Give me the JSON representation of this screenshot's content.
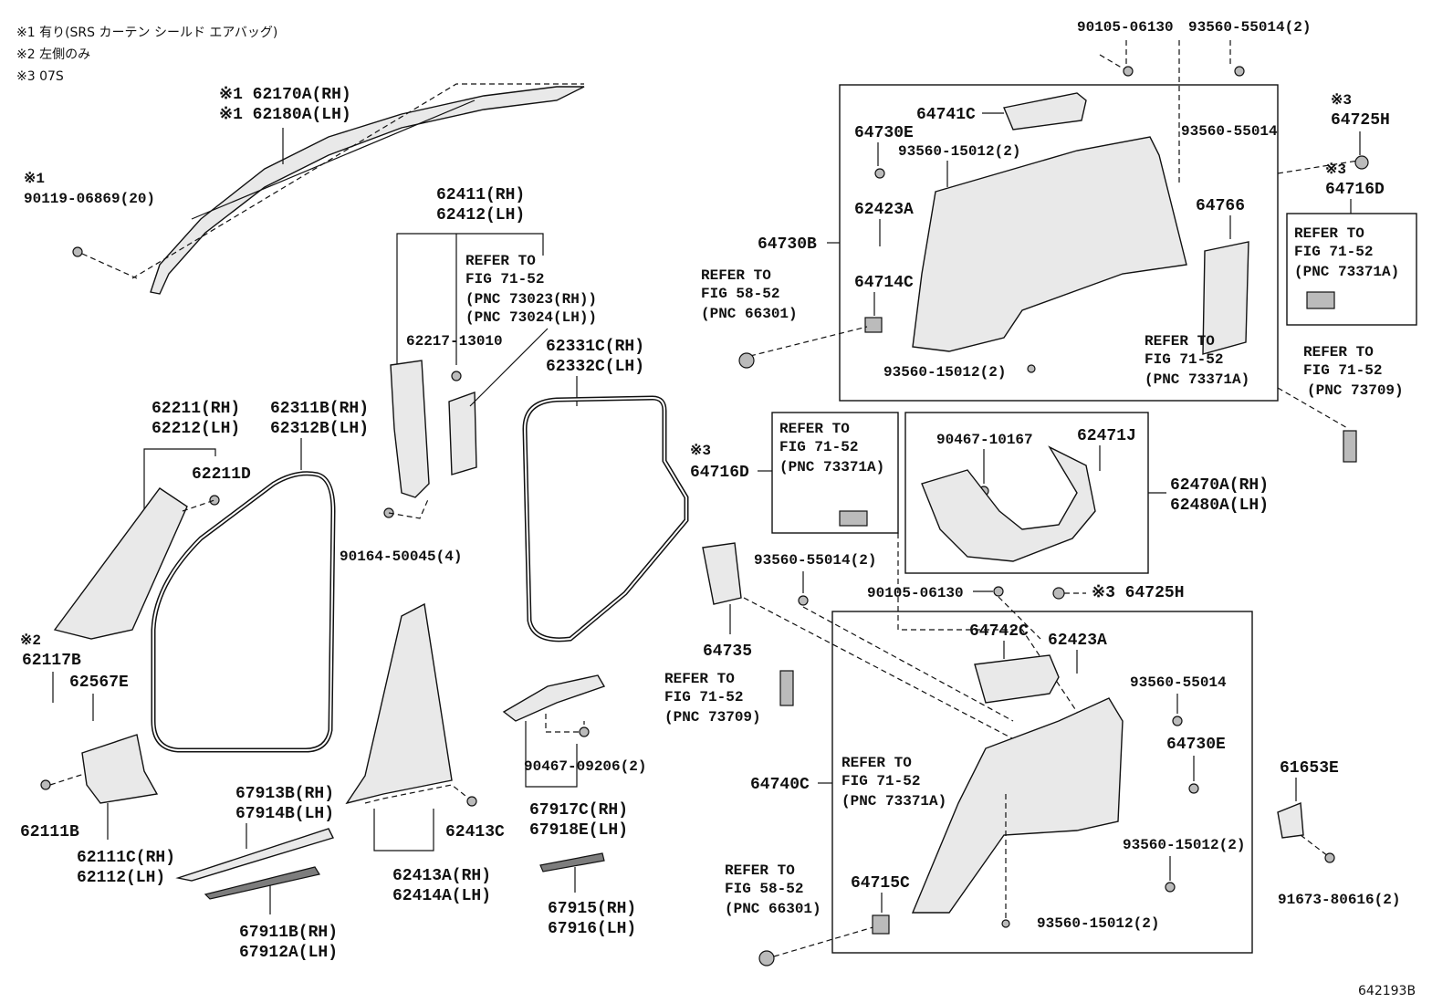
{
  "notes": [
    "※1 有り(SRS カーテン シールド エアバッグ)",
    "※2 左側のみ",
    "※3 07S"
  ],
  "figure_id": "642193B",
  "labels": {
    "l62170": "※1 62170A(RH)",
    "l62180": "※1 62180A(LH)",
    "m1": "※1",
    "l90119": "90119-06869(20)",
    "l62411": "62411(RH)",
    "l62412": "62412(LH)",
    "r1a": "REFER TO",
    "r1b": "FIG 71-52",
    "r1c": "(PNC 73023(RH))",
    "r1d": "(PNC 73024(LH))",
    "l62217": "62217-13010",
    "l62331": "62331C(RH)",
    "l62332": "62332C(LH)",
    "l62211": "62211(RH)",
    "l62212": "62212(LH)",
    "l62211d": "62211D",
    "l62311": "62311B(RH)",
    "l62312": "62312B(LH)",
    "l90164": "90164-50045(4)",
    "m2": "※2",
    "l62117": "62117B",
    "l62567": "62567E",
    "l62111b": "62111B",
    "l62111c": "62111C(RH)",
    "l62112": "62112(LH)",
    "l67913": "67913B(RH)",
    "l67914": "67914B(LH)",
    "l67911": "67911B(RH)",
    "l67912": "67912A(LH)",
    "l62413a": "62413A(RH)",
    "l62414": "62414A(LH)",
    "l62413c": "62413C",
    "l90467a": "90467-09206(2)",
    "l67917": "67917C(RH)",
    "l67918": "67918E(LH)",
    "l67915": "67915(RH)",
    "l67916": "67916(LH)",
    "t90105": "90105-06130",
    "t93560": "93560-55014(2)",
    "l64741": "64741C",
    "l64730e1": "64730E",
    "l93560a": "93560-15012(2)",
    "l93560b": "93560-55014",
    "m3a": "※3",
    "l64725a": "64725H",
    "m3b": "※3",
    "l64716a": "64716D",
    "r2a": "REFER TO",
    "r2b": "FIG 71-52",
    "r2c": "(PNC 73371A)",
    "l62423a": "62423A",
    "l64766": "64766",
    "l64730b": "64730B",
    "r3a": "REFER TO",
    "r3b": "FIG 58-52",
    "r3c": "(PNC 66301)",
    "l64714": "64714C",
    "r4a": "REFER TO",
    "r4b": "FIG 71-52",
    "r4c": "(PNC 73371A)",
    "l93560c": "93560-15012(2)",
    "r5a": "REFER TO",
    "r5b": "FIG 71-52",
    "r5c": "(PNC 73709)",
    "r6a": "REFER TO",
    "r6b": "FIG 71-52",
    "r6c": "(PNC 73371A)",
    "m3c": "※3",
    "l64716b": "64716D",
    "l90467b": "90467-10167",
    "l62471": "62471J",
    "l62470": "62470A(RH)",
    "l62480": "62480A(LH)",
    "l93560d": "93560-55014(2)",
    "l90105b": "90105-06130",
    "l64725b": "※3 64725H",
    "l64735": "64735",
    "r7a": "REFER TO",
    "r7b": "FIG 71-52",
    "r7c": "(PNC 73709)",
    "l64742": "64742C",
    "l62423b": "62423A",
    "l93560e": "93560-55014",
    "l64730e2": "64730E",
    "r8a": "REFER TO",
    "r8b": "FIG 71-52",
    "r8c": "(PNC 73371A)",
    "l64740": "64740C",
    "l61653": "61653E",
    "l93560f": "93560-15012(2)",
    "l91673": "91673-80616(2)",
    "r9a": "REFER TO",
    "r9b": "FIG 58-52",
    "r9c": "(PNC 66301)",
    "l64715": "64715C",
    "l93560g": "93560-15012(2)"
  }
}
